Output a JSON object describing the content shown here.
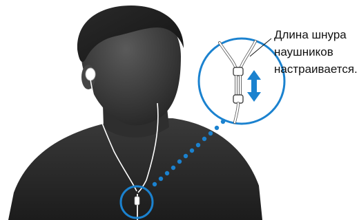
{
  "callout": {
    "lines": [
      "Длина шнура",
      "наушников",
      "настраивается."
    ]
  },
  "colors": {
    "figure": "#3d3d3d",
    "accent": "#1b82cf",
    "cord": "#ffffff",
    "text": "#111111"
  },
  "icons": {
    "adjust": "double-arrow-icon",
    "splitter": "cord-splitter-icon"
  }
}
